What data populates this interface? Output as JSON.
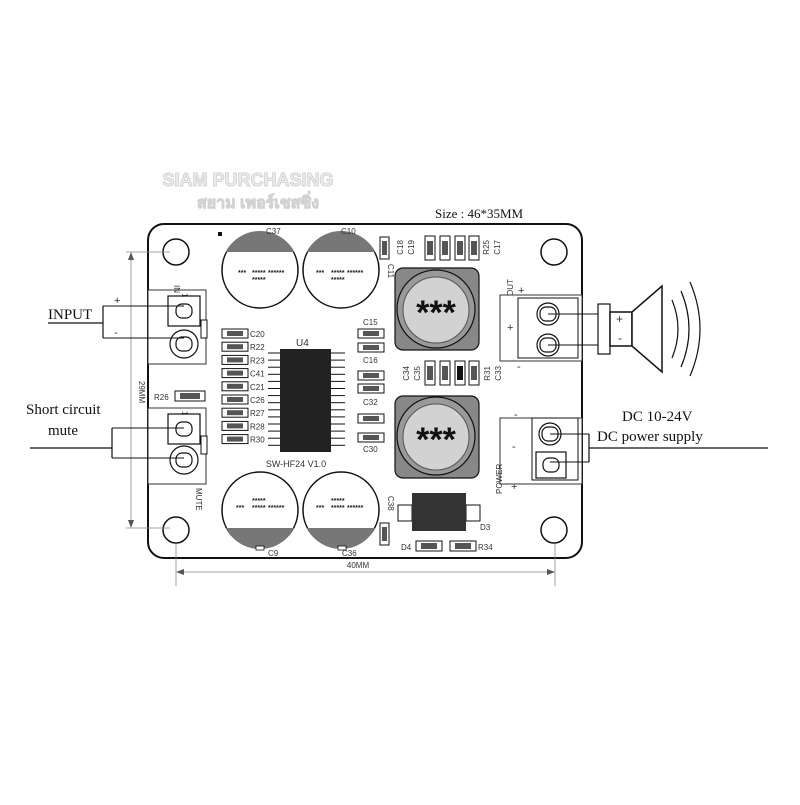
{
  "watermark": {
    "line1": "SIAM PURCHASING",
    "line2": "สยาม เพอร์เชสซิ่ง"
  },
  "size_label": "Size :  46*35MM",
  "dimensions": {
    "width": "40MM",
    "height": "29MM"
  },
  "callouts": {
    "input": "INPUT",
    "short_line1": "Short circuit",
    "short_line2": "mute",
    "dc_line1": "DC 10-24V",
    "dc_line2": "DC power supply"
  },
  "polarity": {
    "plus": "+",
    "minus": "-"
  },
  "pin_one": "1",
  "board": {
    "ic_label": "U4",
    "version": "SW-HF24 V1.0",
    "mute_label": "MUTE",
    "in_label": "IN",
    "out_label": "OUT",
    "power_label": "POWER",
    "inductor_text": "***",
    "cap_text": {
      "short": "***",
      "mid": "*****",
      "long": "******"
    },
    "caps": {
      "c37": "C37",
      "c10": "C10",
      "c9": "C9",
      "c36": "C36",
      "c11": "C11",
      "c38": "C38"
    },
    "left_components": [
      "C20",
      "R22",
      "R23",
      "C41",
      "C21",
      "C26",
      "R27",
      "R28",
      "R30"
    ],
    "mid_components": {
      "c15": "C15",
      "c16": "C16",
      "c32": "C32",
      "c30": "C30"
    },
    "top_right": [
      "C18",
      "C19",
      "R25",
      "C17"
    ],
    "mid_right": [
      "C34",
      "C35",
      "R31",
      "C33"
    ],
    "r26": "R26",
    "d3": "D3",
    "d4": "D4",
    "r34": "R34"
  }
}
